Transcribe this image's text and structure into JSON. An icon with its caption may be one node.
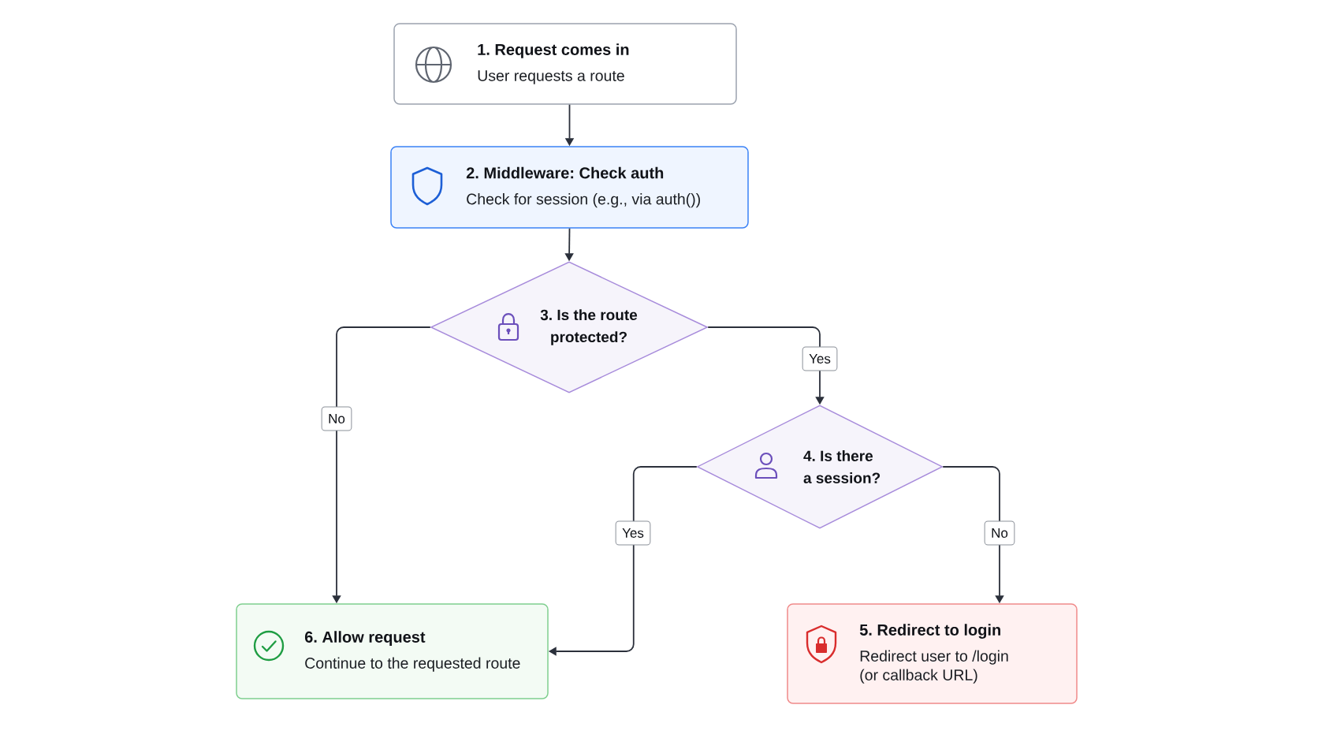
{
  "diagram": {
    "nodes": [
      {
        "text": [
          "1. Request comes in",
          "User requests a route"
        ]
      },
      {
        "text": [
          "2. Middleware: Check auth",
          "Check for session (e.g., via auth())"
        ]
      },
      {
        "text": [
          "3. Is the route protected?"
        ]
      },
      {
        "text": [
          "4. Is there a session?"
        ]
      },
      {
        "text": [
          "6. Allow request",
          "Continue to the requested route"
        ]
      },
      {
        "text": [
          "5. Redirect to login",
          "Redirect user to /login (or callback URL)"
        ]
      }
    ],
    "edges": [
      {
        "from": 0,
        "to": 1,
        "arrow": "to"
      },
      {
        "from": 1,
        "to": 2,
        "arrow": "to"
      },
      {
        "from": 2,
        "to": 3,
        "arrow": "to",
        "label": "Yes"
      },
      {
        "from": 2,
        "to": 4,
        "arrow": "to",
        "label": "No"
      },
      {
        "from": 3,
        "to": 4,
        "arrow": "to",
        "label": "Yes"
      },
      {
        "from": 3,
        "to": 5,
        "arrow": "to",
        "label": "No"
      }
    ]
  }
}
